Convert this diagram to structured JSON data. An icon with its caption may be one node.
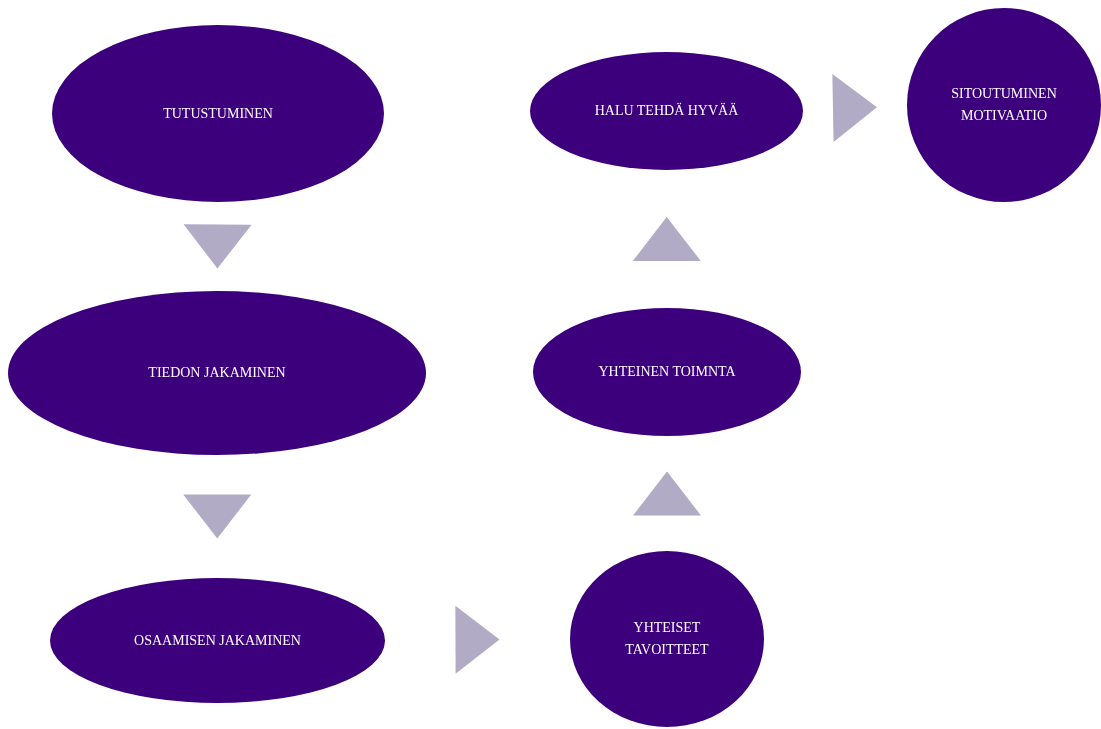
{
  "diagram": {
    "nodes": [
      {
        "text": [
          "TUTUSTUMINEN"
        ]
      },
      {
        "text": [
          "TIEDON JAKAMINEN"
        ]
      },
      {
        "text": [
          "OSAAMISEN JAKAMINEN"
        ]
      },
      {
        "text": [
          "YHTEISET TAVOITTEET"
        ]
      },
      {
        "text": [
          "YHTEINEN TOIMNTA"
        ]
      },
      {
        "text": [
          "HALU TEHDÄ HYVÄÄ"
        ]
      },
      {
        "text": [
          "SITOUTUMINEN MOTIVAATIO"
        ]
      }
    ],
    "edges": [
      {
        "from": 0,
        "to": 1,
        "arrow": "to"
      },
      {
        "from": 1,
        "to": 2,
        "arrow": "to"
      },
      {
        "from": 2,
        "to": 3,
        "arrow": "to"
      },
      {
        "from": 3,
        "to": 4,
        "arrow": "to"
      },
      {
        "from": 4,
        "to": 5,
        "arrow": "to"
      },
      {
        "from": 5,
        "to": 6,
        "arrow": "to"
      }
    ]
  }
}
